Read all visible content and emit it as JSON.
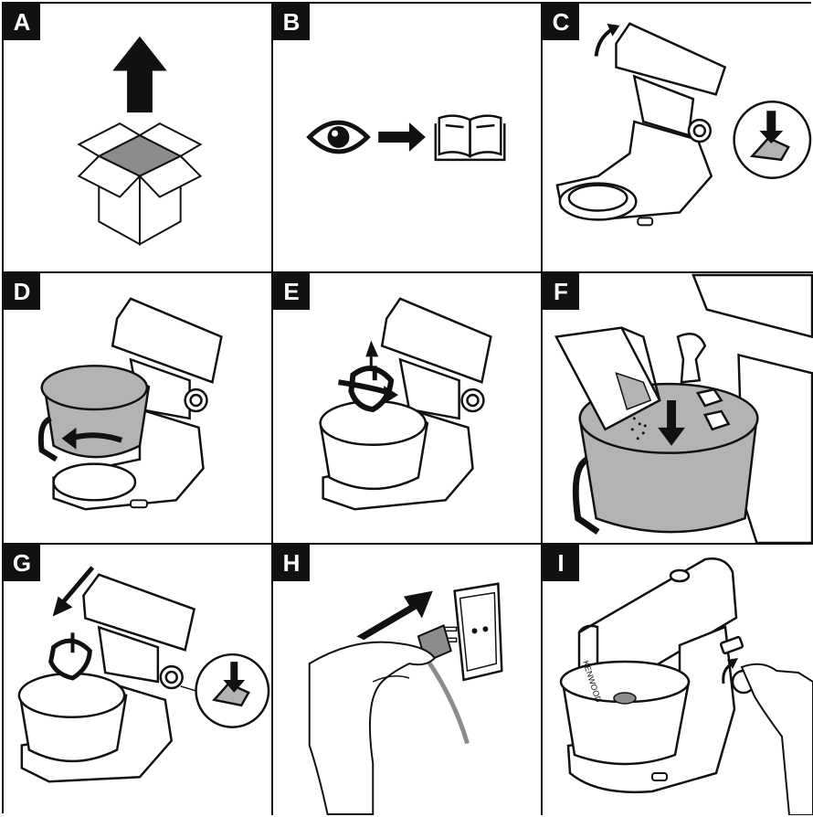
{
  "panels": [
    {
      "id": "A",
      "label": "A",
      "icon": "unbox-icon"
    },
    {
      "id": "B",
      "label": "B",
      "icon": "read-manual-icon"
    },
    {
      "id": "C",
      "label": "C",
      "icon": "raise-head-icon"
    },
    {
      "id": "D",
      "label": "D",
      "icon": "fit-bowl-icon"
    },
    {
      "id": "E",
      "label": "E",
      "icon": "fit-tool-icon"
    },
    {
      "id": "F",
      "label": "F",
      "icon": "add-ingredients-icon"
    },
    {
      "id": "G",
      "label": "G",
      "icon": "lower-head-icon"
    },
    {
      "id": "H",
      "label": "H",
      "icon": "plug-in-icon"
    },
    {
      "id": "I",
      "label": "I",
      "icon": "switch-on-icon"
    }
  ],
  "brand": {
    "text": "KENWOOD"
  },
  "colors": {
    "ink": "#111111",
    "fill_grey": "#b3b3b3",
    "dark_grey": "#8c8c8c"
  }
}
